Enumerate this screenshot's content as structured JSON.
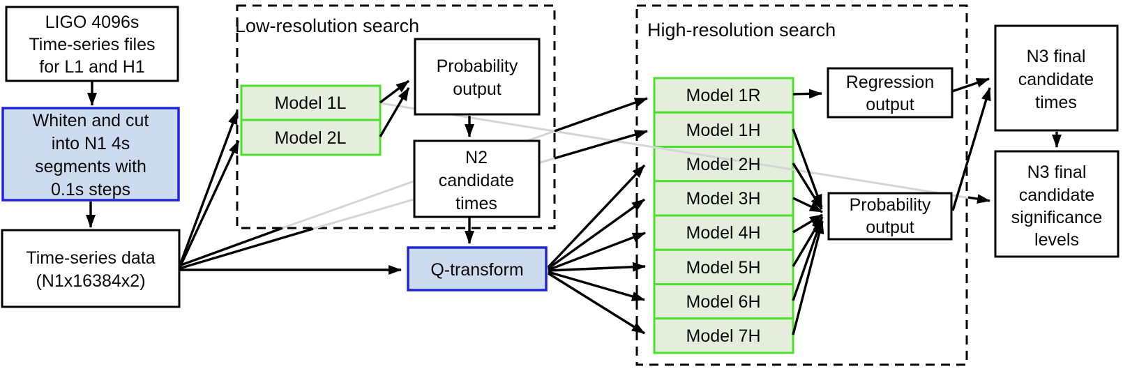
{
  "diagram": {
    "groups": {
      "low_res": {
        "label": "Low-resolution search"
      },
      "high_res": {
        "label": "High-resolution search"
      }
    },
    "nodes": {
      "ligo_files": {
        "lines": [
          "LIGO 4096s",
          "Time-series files",
          "for L1 and H1"
        ]
      },
      "whiten": {
        "lines": [
          "Whiten and cut",
          "into N1 4s",
          "segments with",
          "0.1s steps"
        ]
      },
      "timeseries_data": {
        "lines": [
          "Time-series data",
          "(N1x16384x2)"
        ]
      },
      "model_1l": {
        "label": "Model 1L"
      },
      "model_2l": {
        "label": "Model 2L"
      },
      "low_probability_output": {
        "lines": [
          "Probability",
          "output"
        ]
      },
      "n2_candidate_times": {
        "lines": [
          "N2",
          "candidate",
          "times"
        ]
      },
      "q_transform": {
        "label": "Q-transform"
      },
      "high_models": [
        "Model 1R",
        "Model 1H",
        "Model 2H",
        "Model 3H",
        "Model 4H",
        "Model 5H",
        "Model 6H",
        "Model 7H"
      ],
      "regression_output": {
        "lines": [
          "Regression",
          "output"
        ]
      },
      "high_probability_output": {
        "lines": [
          "Probability",
          "output"
        ]
      },
      "n3_candidate_times": {
        "lines": [
          "N3 final",
          "candidate",
          "times"
        ]
      },
      "n3_significance": {
        "lines": [
          "N3 final",
          "candidate",
          "significance",
          "levels"
        ]
      }
    },
    "colors": {
      "model_fill": "#e5eedc",
      "model_border": "#4ce02c",
      "process_fill": "#ccdcee",
      "process_border": "#2026d8",
      "io_fill": "#ffffff",
      "io_border": "#000000",
      "arrow": "#000000",
      "faded_line": "#d5d5d5"
    }
  }
}
